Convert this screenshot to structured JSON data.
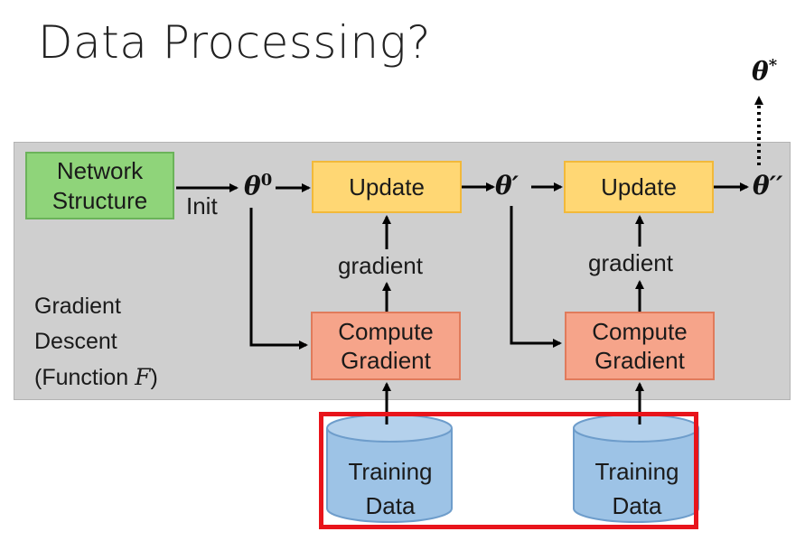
{
  "title": "Data Processing?",
  "theta_star": {
    "base": "θ",
    "sup": "*"
  },
  "network": {
    "line1": "Network",
    "line2": "Structure"
  },
  "init_label": "Init",
  "theta0": {
    "base": "θ",
    "sup": "0"
  },
  "theta_prime": "θ′",
  "theta_dprime": "θ′′",
  "update_label": "Update",
  "gradient_label": "gradient",
  "compute": {
    "line1": "Compute",
    "line2": "Gradient"
  },
  "side": {
    "line1": "Gradient",
    "line2": "Descent",
    "line3_prefix": "(Function ",
    "line3_var": "F",
    "line3_suffix": ")"
  },
  "training": {
    "line1": "Training",
    "line2": "Data"
  },
  "colors": {
    "panel": "#cfcfcf",
    "network": "#8fd47a",
    "update": "#ffd774",
    "compute": "#f6a48a",
    "cylinder": "#9dc3e6",
    "highlight": "#e8141b"
  }
}
